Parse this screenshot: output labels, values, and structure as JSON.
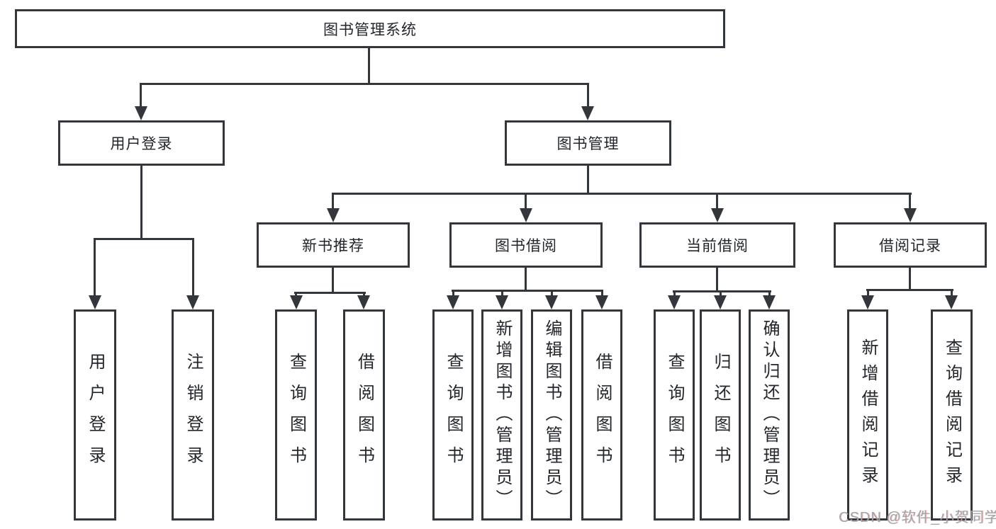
{
  "colors": {
    "line": "#33363b",
    "text": "#23262b",
    "background": "#ffffff",
    "watermark": "#a3a7ab"
  },
  "diagram": {
    "root": "图书管理系统",
    "branches": [
      {
        "label": "用户登录",
        "leaves": [
          "用户登录",
          "注销登录"
        ]
      },
      {
        "label": "图书管理",
        "sections": [
          {
            "label": "新书推荐",
            "leaves": [
              "查询图书",
              "借阅图书"
            ]
          },
          {
            "label": "图书借阅",
            "leaves": [
              "查询图书",
              "新增图书（管理员）",
              "编辑图书（管理员）",
              "借阅图书"
            ]
          },
          {
            "label": "当前借阅",
            "leaves": [
              "查询图书",
              "归还图书",
              "确认归还（管理员）"
            ]
          },
          {
            "label": "借阅记录",
            "leaves": [
              "新增借阅记录",
              "查询借阅记录"
            ]
          }
        ]
      }
    ]
  },
  "watermark": {
    "text": "CSDN @软件_小贺同学"
  }
}
